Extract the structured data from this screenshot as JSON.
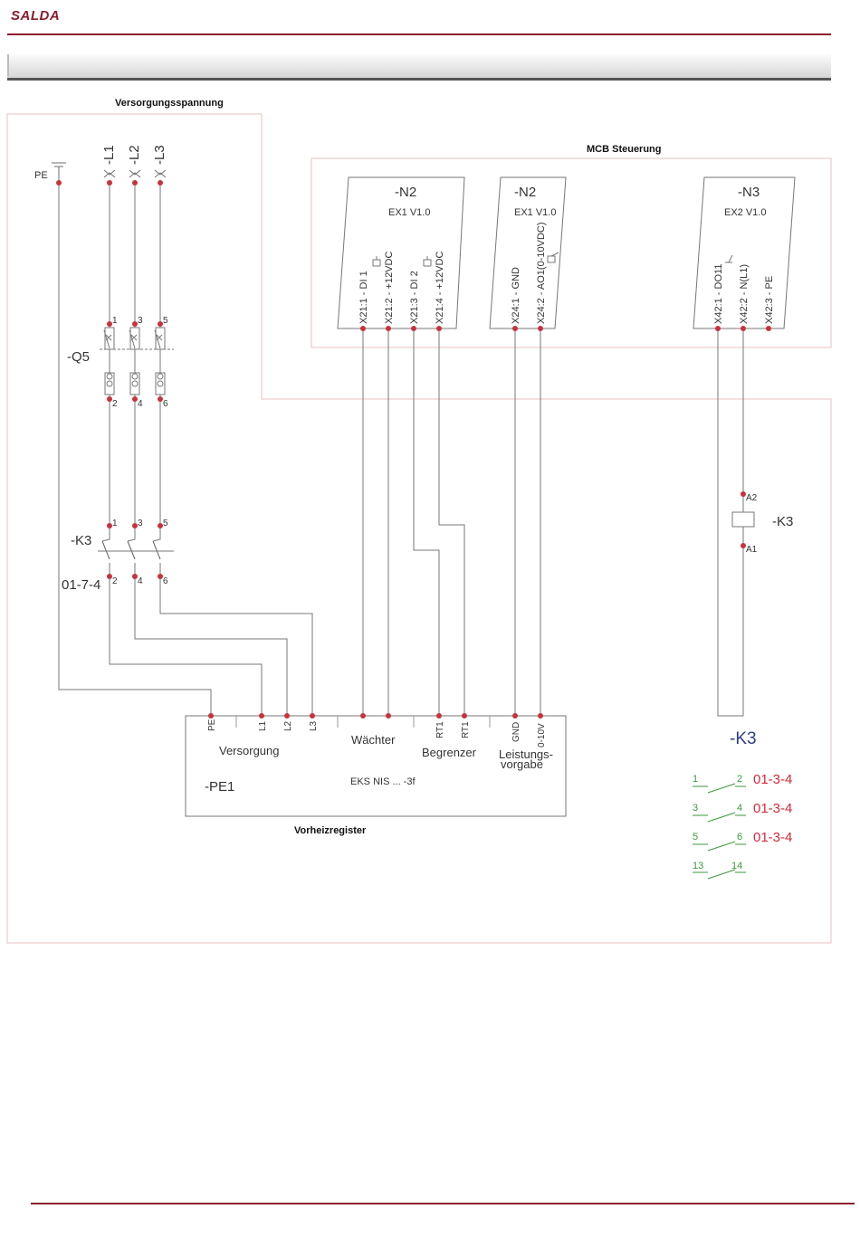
{
  "header": {
    "brand": "SALDA"
  },
  "sections": {
    "supply": "Versorgungsspannung",
    "controller": "MCB Steuerung",
    "heater_group": "Vorheizregister"
  },
  "supply": {
    "pe": "PE",
    "phases": [
      "-L1",
      "-L2",
      "-L3"
    ]
  },
  "q5": {
    "tag": "-Q5",
    "top_terminals": [
      "1",
      "3",
      "5"
    ],
    "bottom_terminals": [
      "2",
      "4",
      "6"
    ]
  },
  "k3_power": {
    "tag": "-K3",
    "ref": "01-7-4",
    "top_terminals": [
      "1",
      "3",
      "5"
    ],
    "bottom_terminals": [
      "2",
      "4",
      "6"
    ]
  },
  "modules": [
    {
      "id": "-N2",
      "version": "EX1 V1.0",
      "pins": [
        "X21:1 - DI 1",
        "X21:2 - +12VDC",
        "X21:3 - DI 2",
        "X21:4 - +12VDC"
      ]
    },
    {
      "id": "-N2",
      "version": "EX1 V1.0",
      "pins": [
        "X24:1 - GND",
        "X24:2 - AO1(0-10VDC)"
      ]
    },
    {
      "id": "-N3",
      "version": "EX2 V1.0",
      "pins": [
        "X42:1 - DO11",
        "X42:2 - N(L1)",
        "X42:3 - PE"
      ]
    }
  ],
  "k3_coil": {
    "tag": "-K3",
    "a2": "A2",
    "a1": "A1"
  },
  "heater": {
    "tag": "-PE1",
    "model": "EKS NIS ... -3f",
    "terminals": [
      "PE",
      "L1",
      "L2",
      "L3",
      "RT1",
      "RT1",
      "GND",
      "0-10V"
    ],
    "groups": {
      "supply": "Versorgung",
      "guard": "Wächter",
      "limiter": "Begrenzer",
      "power_a": "Leistungs-",
      "power_b": "vorgabe"
    }
  },
  "contact_table": {
    "tag": "-K3",
    "rows": [
      {
        "a": "1",
        "b": "2",
        "ref": "01-3-4"
      },
      {
        "a": "3",
        "b": "4",
        "ref": "01-3-4"
      },
      {
        "a": "5",
        "b": "6",
        "ref": "01-3-4"
      },
      {
        "a": "13",
        "b": "14",
        "ref": ""
      }
    ]
  },
  "colors": {
    "brand": "#8c1b2e",
    "wire": "#6e6e6e",
    "node": "#c8323c",
    "frame_pink": "#e8c0c0",
    "contact_green": "#3a9a3a",
    "ref_red": "#d4283a",
    "k3_blue": "#2e3d8f"
  }
}
